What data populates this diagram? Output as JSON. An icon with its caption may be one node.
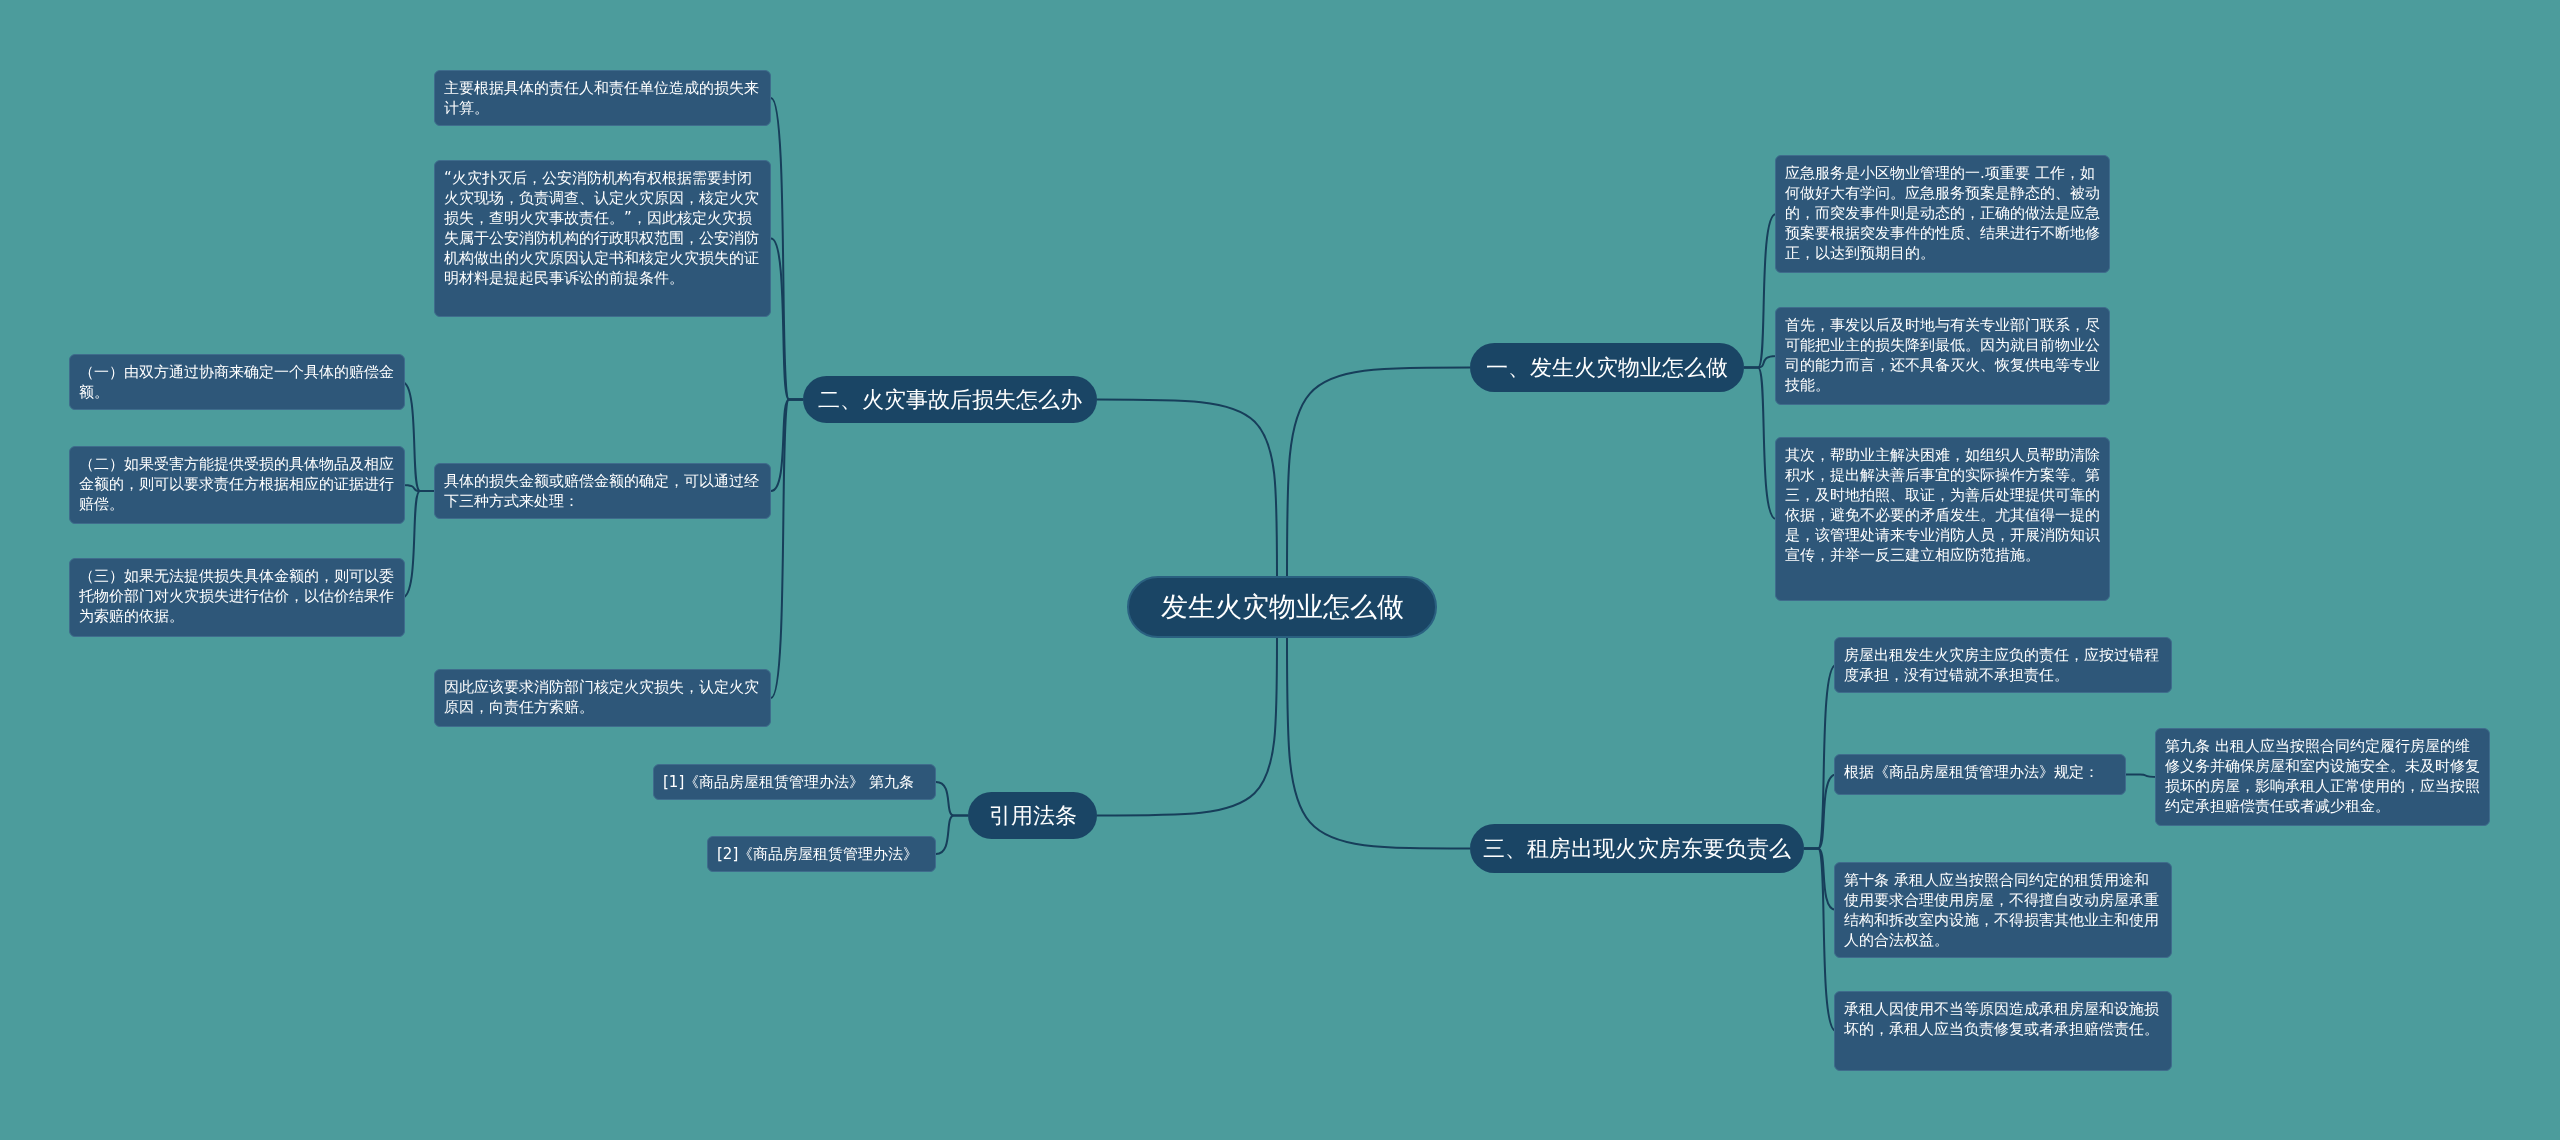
{
  "diagram": {
    "nodes": [
      {
        "text": [
          "发生火灾物业怎么做"
        ]
      },
      {
        "text": [
          "一、发生火灾物业怎么做"
        ]
      },
      {
        "text": [
          "应急服务是小区物业管理的一.项重要 工作，如何做好大有学问。应急服务预案是静态的、被动的，而突发事件则是动态的，正确的做法是应急预案要根据突发事件的性质、结果进行不断地修正，以达到预期目的。"
        ]
      },
      {
        "text": [
          "首先，事发以后及时地与有关专业部门联系，尽可能把业主的损失降到最低。因为就目前物业公司的能力而言，还不具备灭火、恢复供电等专业技能。"
        ]
      },
      {
        "text": [
          "其次，帮助业主解决困难，如组织人员帮助清除积水，提出解决善后事宜的实际操作方案等。第三，及时地拍照、取证，为善后处理提供可靠的依据，避免不必要的矛盾发生。尤其值得一提的是，该管理处请来专业消防人员，开展消防知识宣传，并举一反三建立相应防范措施。"
        ]
      },
      {
        "text": [
          "三、租房出现火灾房东要负责么"
        ]
      },
      {
        "text": [
          "房屋出租发生火灾房主应负的责任，应按过错程度承担，没有过错就不承担责任。"
        ]
      },
      {
        "text": [
          "根据《商品房屋租赁管理办法》规定："
        ]
      },
      {
        "text": [
          "第九条 出租人应当按照合同约定履行房屋的维修义务并确保房屋和室内设施安全。未及时修复损坏的房屋，影响承租人正常使用的，应当按照约定承担赔偿责任或者减少租金。"
        ]
      },
      {
        "text": [
          "第十条 承租人应当按照合同约定的租赁用途和使用要求合理使用房屋，不得擅自改动房屋承重结构和拆改室内设施，不得损害其他业主和使用人的合法权益。"
        ]
      },
      {
        "text": [
          "承租人因使用不当等原因造成承租房屋和设施损坏的，承租人应当负责修复或者承担赔偿责任。"
        ]
      },
      {
        "text": [
          "二、火灾事故后损失怎么办"
        ]
      },
      {
        "text": [
          "主要根据具体的责任人和责任单位造成的损失来计算。"
        ]
      },
      {
        "text": [
          "“火灾扑灭后，公安消防机构有权根据需要封闭火灾现场，负责调查、认定火灾原因，核定火灾损失，查明火灾事故责任。”，因此核定火灾损失属于公安消防机构的行政职权范围，公安消防机构做出的火灾原因认定书和核定火灾损失的证明材料是提起民事诉讼的前提条件。"
        ]
      },
      {
        "text": [
          "具体的损失金额或赔偿金额的确定，可以通过经下三种方式来处理："
        ]
      },
      {
        "text": [
          "（一）由双方通过协商来确定一个具体的赔偿金额。"
        ]
      },
      {
        "text": [
          "（二）如果受害方能提供受损的具体物品及相应金额的，则可以要求责任方根据相应的证据进行赔偿。"
        ]
      },
      {
        "text": [
          "（三）如果无法提供损失具体金额的，则可以委托物价部门对火灾损失进行估价，以估价结果作为索赔的依据。"
        ]
      },
      {
        "text": [
          "因此应该要求消防部门核定火灾损失，认定火灾原因，向责任方索赔。"
        ]
      },
      {
        "text": [
          "引用法条"
        ]
      },
      {
        "text": [
          "[1]《商品房屋租赁管理办法》 第九条"
        ]
      },
      {
        "text": [
          "[2]《商品房屋租赁管理办法》"
        ]
      }
    ],
    "edges": [
      {
        "from": 0,
        "to": 1,
        "arrow": "none"
      },
      {
        "from": 1,
        "to": 2,
        "arrow": "none"
      },
      {
        "from": 1,
        "to": 3,
        "arrow": "none"
      },
      {
        "from": 1,
        "to": 4,
        "arrow": "none"
      },
      {
        "from": 0,
        "to": 5,
        "arrow": "none"
      },
      {
        "from": 5,
        "to": 6,
        "arrow": "none"
      },
      {
        "from": 5,
        "to": 7,
        "arrow": "none"
      },
      {
        "from": 7,
        "to": 8,
        "arrow": "none"
      },
      {
        "from": 5,
        "to": 9,
        "arrow": "none"
      },
      {
        "from": 5,
        "to": 10,
        "arrow": "none"
      },
      {
        "from": 0,
        "to": 11,
        "arrow": "none"
      },
      {
        "from": 11,
        "to": 12,
        "arrow": "none"
      },
      {
        "from": 11,
        "to": 13,
        "arrow": "none"
      },
      {
        "from": 11,
        "to": 14,
        "arrow": "none"
      },
      {
        "from": 14,
        "to": 15,
        "arrow": "none"
      },
      {
        "from": 14,
        "to": 16,
        "arrow": "none"
      },
      {
        "from": 14,
        "to": 17,
        "arrow": "none"
      },
      {
        "from": 11,
        "to": 18,
        "arrow": "none"
      },
      {
        "from": 0,
        "to": 19,
        "arrow": "none"
      },
      {
        "from": 19,
        "to": 20,
        "arrow": "none"
      },
      {
        "from": 19,
        "to": 21,
        "arrow": "none"
      }
    ]
  }
}
